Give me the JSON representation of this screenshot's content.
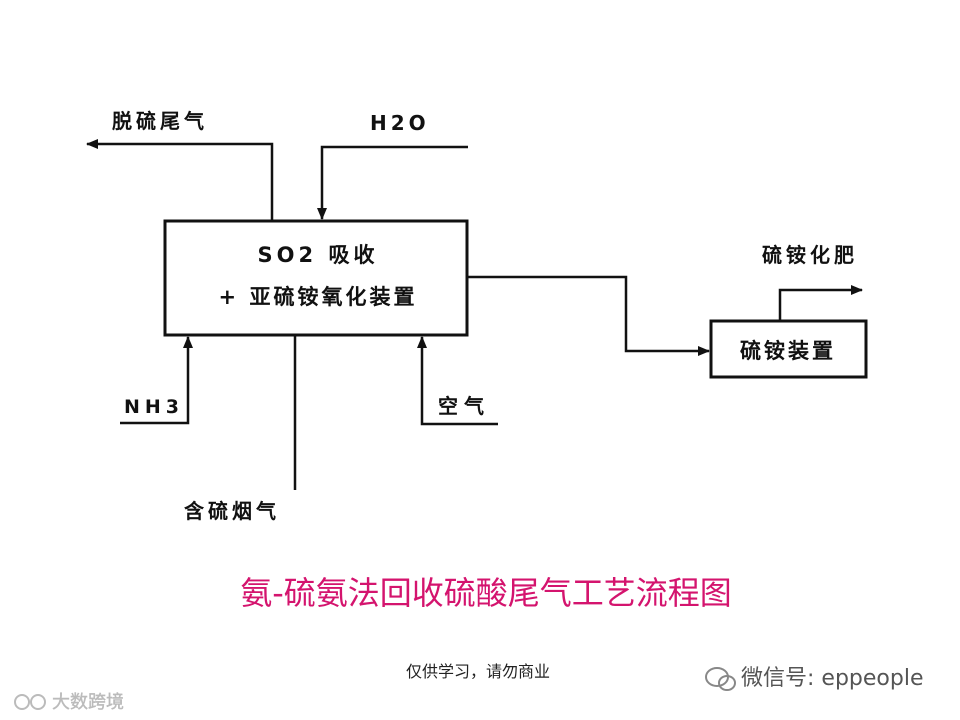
{
  "diagram": {
    "main_unit": {
      "line1": "SO2 吸收",
      "line2": "+ 亚硫铵氧化装置"
    },
    "product_unit": "硫铵装置",
    "inputs": {
      "water": "H2O",
      "ammonia": "NH3",
      "air": "空气",
      "flue_gas": "含硫烟气"
    },
    "outputs": {
      "tail_gas": "脱硫尾气",
      "fertilizer": "硫铵化肥"
    }
  },
  "caption": "氨-硫氨法回收硫酸尾气工艺流程图",
  "footer": {
    "note": "仅供学习，请勿商业",
    "wechat": "微信号: eppeople",
    "watermark": "大数跨境"
  },
  "colors": {
    "caption": "#d4146e",
    "line": "#111111",
    "watermark": "#bbbbbb"
  }
}
